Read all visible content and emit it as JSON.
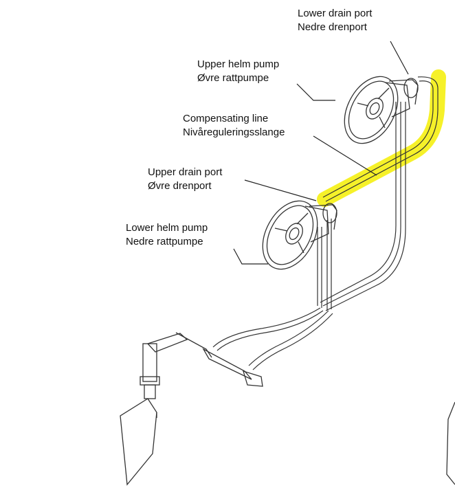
{
  "labels": {
    "lower_drain_port": {
      "en": "Lower drain port",
      "no": "Nedre drenport"
    },
    "upper_helm_pump": {
      "en": "Upper helm pump",
      "no": "Øvre rattpumpe"
    },
    "compensating_line": {
      "en": "Compensating line",
      "no": "Nivåreguleringsslange"
    },
    "upper_drain_port": {
      "en": "Upper drain port",
      "no": "Øvre drenport"
    },
    "lower_helm_pump": {
      "en": "Lower helm pump",
      "no": "Nedre rattpumpe"
    }
  },
  "colors": {
    "highlight": "#f5f01e",
    "line": "#333333",
    "background": "#ffffff"
  }
}
